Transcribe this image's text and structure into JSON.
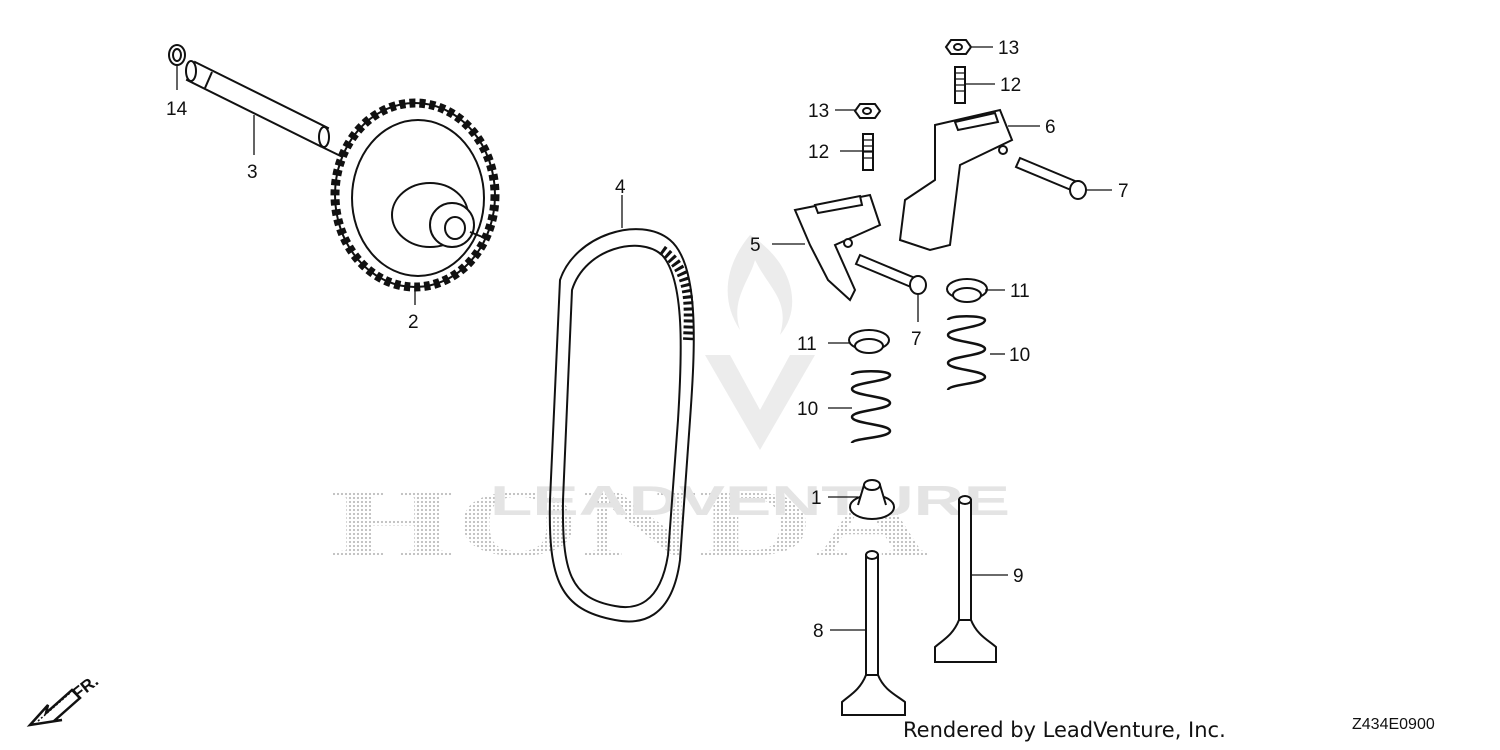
{
  "callouts": {
    "c1": "1",
    "c2": "2",
    "c3": "3",
    "c4": "4",
    "c5": "5",
    "c6": "6",
    "c7a": "7",
    "c7b": "7",
    "c8": "8",
    "c9": "9",
    "c10a": "10",
    "c10b": "10",
    "c11a": "11",
    "c11b": "11",
    "c12a": "12",
    "c12b": "12",
    "c13a": "13",
    "c13b": "13",
    "c14": "14"
  },
  "direction_indicator": {
    "label": "FR.",
    "icon": "front-arrow-icon"
  },
  "watermark": {
    "brand": "HONDA",
    "overlay": "LEADVENTURE"
  },
  "footer": {
    "credit": "Rendered by LeadVenture, Inc.",
    "code": "Z434E0900"
  },
  "colors": {
    "line": "#111111",
    "watermark": "#c8c8c8",
    "background": "#ffffff"
  }
}
